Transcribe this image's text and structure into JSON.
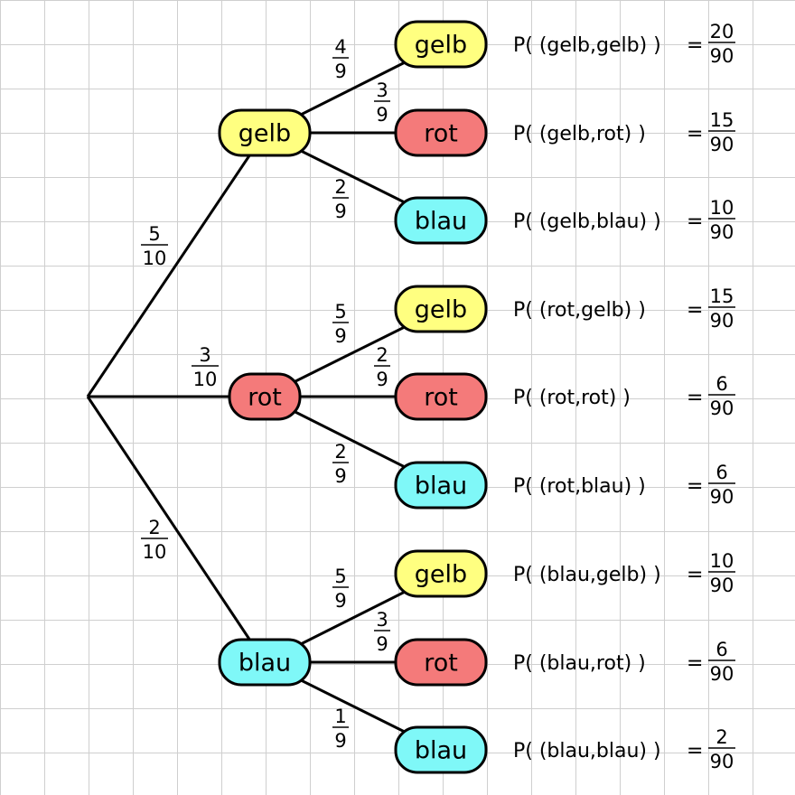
{
  "colors": {
    "gelb": "#ffff80",
    "rot": "#f47a7a",
    "blau": "#7ff8f8"
  },
  "root_edges": [
    {
      "to": "gelb",
      "prob": {
        "num": "5",
        "den": "10"
      }
    },
    {
      "to": "rot",
      "prob": {
        "num": "3",
        "den": "10"
      }
    },
    {
      "to": "blau",
      "prob": {
        "num": "2",
        "den": "10"
      }
    }
  ],
  "branches": [
    {
      "label": "gelb",
      "color_key": "gelb",
      "children": [
        {
          "label": "gelb",
          "color_key": "gelb",
          "prob": {
            "num": "4",
            "den": "9"
          },
          "result": {
            "text": "P( (gelb,gelb) )",
            "num": "20",
            "den": "90"
          }
        },
        {
          "label": "rot",
          "color_key": "rot",
          "prob": {
            "num": "3",
            "den": "9"
          },
          "result": {
            "text": "P( (gelb,rot) )",
            "num": "15",
            "den": "90"
          }
        },
        {
          "label": "blau",
          "color_key": "blau",
          "prob": {
            "num": "2",
            "den": "9"
          },
          "result": {
            "text": "P( (gelb,blau) )",
            "num": "10",
            "den": "90"
          }
        }
      ]
    },
    {
      "label": "rot",
      "color_key": "rot",
      "children": [
        {
          "label": "gelb",
          "color_key": "gelb",
          "prob": {
            "num": "5",
            "den": "9"
          },
          "result": {
            "text": "P( (rot,gelb) )",
            "num": "15",
            "den": "90"
          }
        },
        {
          "label": "rot",
          "color_key": "rot",
          "prob": {
            "num": "2",
            "den": "9"
          },
          "result": {
            "text": "P( (rot,rot) )",
            "num": "6",
            "den": "90"
          }
        },
        {
          "label": "blau",
          "color_key": "blau",
          "prob": {
            "num": "2",
            "den": "9"
          },
          "result": {
            "text": "P( (rot,blau) )",
            "num": "6",
            "den": "90"
          }
        }
      ]
    },
    {
      "label": "blau",
      "color_key": "blau",
      "children": [
        {
          "label": "gelb",
          "color_key": "gelb",
          "prob": {
            "num": "5",
            "den": "9"
          },
          "result": {
            "text": "P( (blau,gelb) )",
            "num": "10",
            "den": "90"
          }
        },
        {
          "label": "rot",
          "color_key": "rot",
          "prob": {
            "num": "3",
            "den": "9"
          },
          "result": {
            "text": "P( (blau,rot) )",
            "num": "6",
            "den": "90"
          }
        },
        {
          "label": "blau",
          "color_key": "blau",
          "prob": {
            "num": "1",
            "den": "9"
          },
          "result": {
            "text": "P( (blau,blau) )",
            "num": "2",
            "den": "90"
          }
        }
      ]
    }
  ],
  "equals_sign": "="
}
